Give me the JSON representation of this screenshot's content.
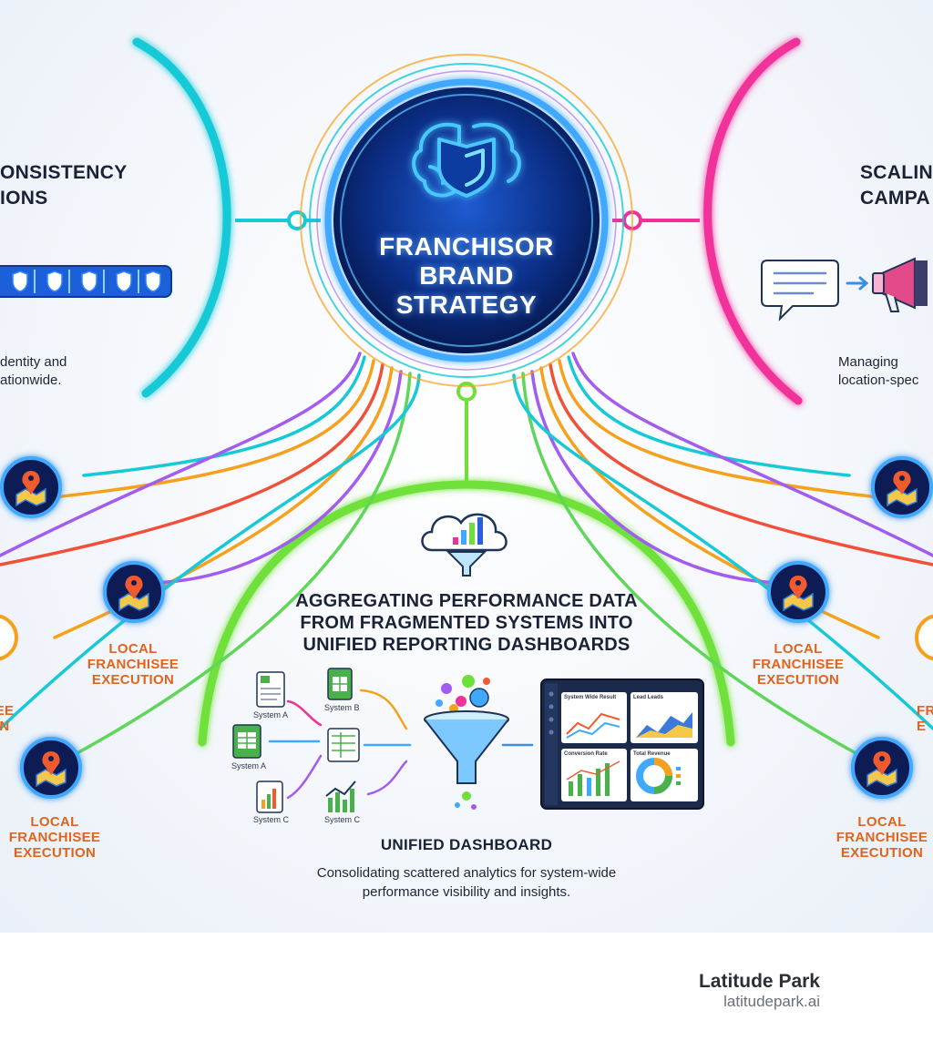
{
  "hub": {
    "title": "FRANCHISOR BRAND STRATEGY"
  },
  "left_panel": {
    "heading_line1": "ONSISTENCY",
    "heading_line2": "IONS",
    "desc_line1": "dentity and",
    "desc_line2": "ationwide."
  },
  "right_panel": {
    "heading_line1": "SCALIN",
    "heading_line2": "CAMPA",
    "desc_line1": "Managing",
    "desc_line2": "location-spec"
  },
  "aggregation": {
    "title_line1": "AGGREGATING PERFORMANCE DATA",
    "title_line2": "FROM FRAGMENTED SYSTEMS INTO",
    "title_line3": "UNIFIED REPORTING DASHBOARDS",
    "systems": [
      "System A",
      "System B",
      "System A",
      "System C",
      "System C"
    ],
    "dashboard_panels": [
      "System Wide Result",
      "Lead Leads",
      "Conversion Rate",
      "Total Revenue"
    ]
  },
  "unified": {
    "title": "UNIFIED DASHBOARD",
    "desc_line1": "Consolidating scattered analytics for system-wide",
    "desc_line2": "performance visibility and insights."
  },
  "franchisee_nodes": [
    {
      "line1": "LOCAL",
      "line2": "FRANCHISEE",
      "line3": "EXECUTION"
    },
    {
      "line1": "LOCAL",
      "line2": "FRANCHISEE",
      "line3": "EXECUTION"
    },
    {
      "line1": "LOCAL",
      "line2": "FRANCHISEE",
      "line3": "EXECUTION"
    },
    {
      "line1": "LOCAL",
      "line2": "FRANCHISEE",
      "line3": "EXECUTION"
    }
  ],
  "partial_labels": {
    "left_mid_line1": "EE",
    "left_mid_line2": "N",
    "right_mid_line1": "FR",
    "right_mid_line2": "E"
  },
  "branding": {
    "name": "Latitude Park",
    "url": "latitudepark.ai"
  },
  "colors": {
    "hub_dark": "#0a2a78",
    "hub_glow": "#3fa9ff",
    "teal_arc": "#17c9d6",
    "pink_arc": "#f0309a",
    "green_arc": "#6fe03a",
    "accent_orange": "#e0641c"
  },
  "icons": [
    "brain-shield-icon",
    "shield-icon",
    "chat-bubble-icon",
    "megaphone-icon",
    "cloud-chart-icon",
    "funnel-icon",
    "map-pin-icon",
    "spreadsheet-icon",
    "bar-chart-icon",
    "dashboard-icon"
  ]
}
